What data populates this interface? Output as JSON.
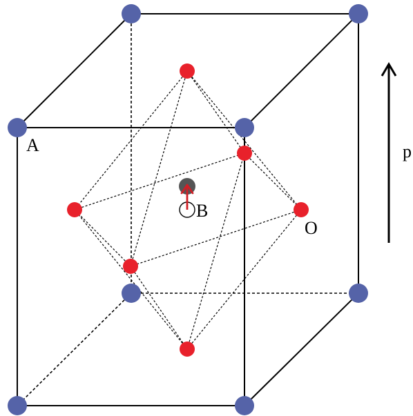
{
  "labels": {
    "a_site": "A",
    "b_site": "B",
    "o_site": "O",
    "polarization": "p"
  },
  "colors": {
    "a_atom": "#5563a8",
    "o_atom": "#e8212b",
    "b_atom_displaced": "#555555",
    "b_displacement_arrow": "#d11f26",
    "edges": "#000000"
  },
  "icons": {
    "polarization_arrow": "arrow-up-icon",
    "b_displacement": "arrow-up-icon"
  }
}
